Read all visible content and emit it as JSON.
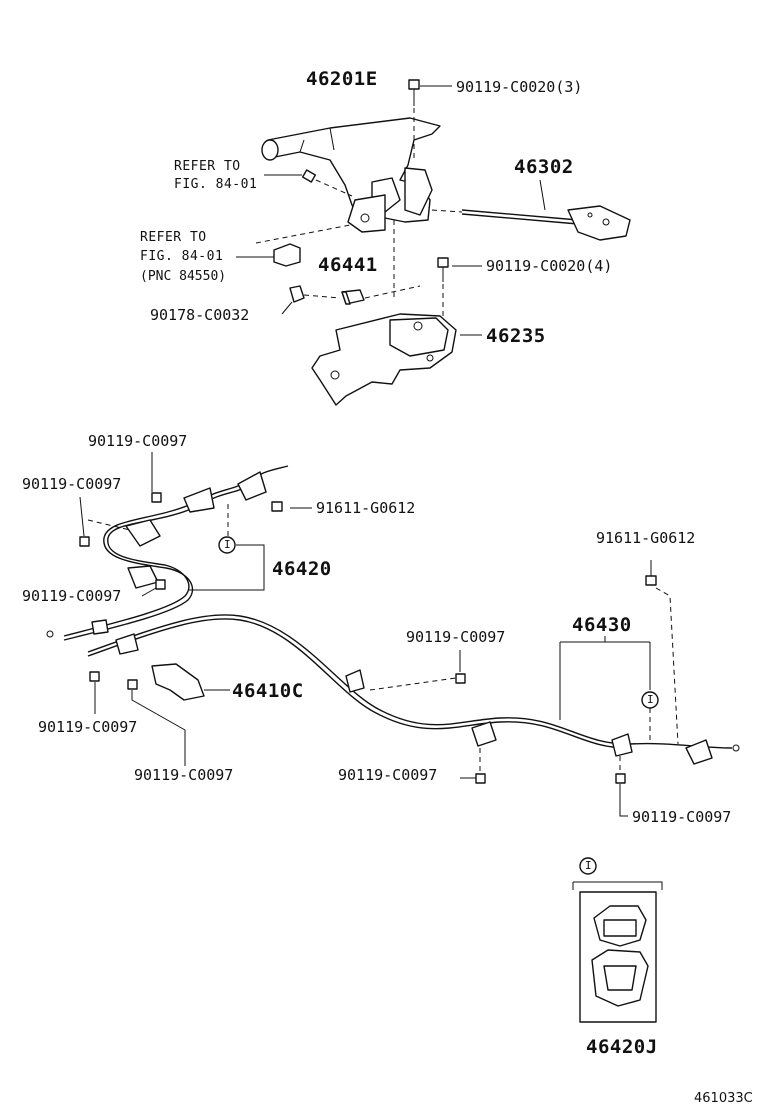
{
  "diagram_id": "461033C",
  "upper_assembly": {
    "lever": "46201E",
    "lever_bolt": "90119-C0020(3)",
    "refer_fig_1": {
      "line1": "REFER TO",
      "line2": "FIG. 84-01"
    },
    "refer_fig_2": {
      "line1": "REFER TO",
      "line2": "FIG. 84-01",
      "line3": "(PNC 84550)"
    },
    "rod": "46302",
    "bushing": "46441",
    "bracket_bolt": "90119-C0020(4)",
    "clip": "90178-C0032",
    "bracket": "46235"
  },
  "lower_assembly": {
    "bolt_top": "90119-C0097",
    "bolt_left": "90119-C0097",
    "nut_1": "91611-G0612",
    "cable_left": "46420",
    "bolt_mid_left": "90119-C0097",
    "nut_2": "91611-G0612",
    "cable_right": "46430",
    "bolt_center": "90119-C0097",
    "cover": "46410C",
    "bolt_bottom_left_1": "90119-C0097",
    "bolt_bottom_left_2": "90119-C0097",
    "bolt_bottom_center": "90119-C0097",
    "bolt_bottom_right": "90119-C0097"
  },
  "detail": {
    "marker": "I",
    "part": "46420J"
  }
}
